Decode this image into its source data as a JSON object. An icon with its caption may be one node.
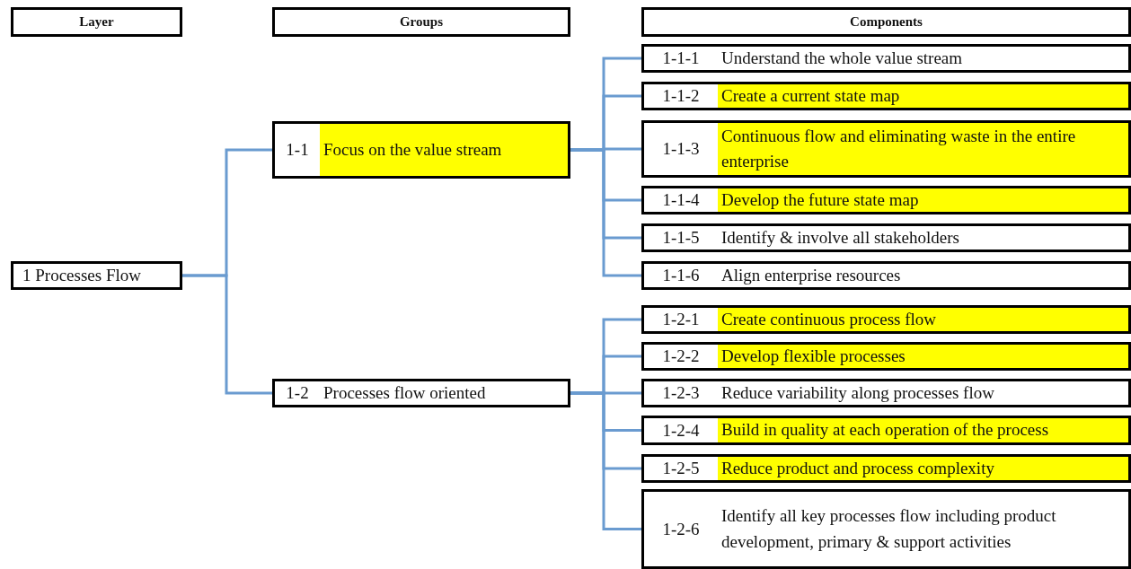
{
  "diagram": {
    "nodes": [
      {
        "text": [
          "Layer"
        ]
      },
      {
        "text": [
          "Groups"
        ]
      },
      {
        "text": [
          "Components"
        ]
      },
      {
        "text": [
          "1 Processes Flow"
        ]
      },
      {
        "text": [
          "1-1",
          "Focus on the value stream"
        ]
      },
      {
        "text": [
          "1-1-1",
          "Understand the whole value stream"
        ]
      },
      {
        "text": [
          "1-1-2",
          "Create a current state map"
        ]
      },
      {
        "text": [
          "1-1-3",
          "Continuous flow and eliminating waste in the entire enterprise"
        ]
      },
      {
        "text": [
          "1-1-4",
          "Develop the future state map"
        ]
      },
      {
        "text": [
          "1-1-5",
          "Identify & involve all stakeholders"
        ]
      },
      {
        "text": [
          "1-1-6",
          "Align enterprise resources"
        ]
      },
      {
        "text": [
          "1-2",
          "Processes flow oriented"
        ]
      },
      {
        "text": [
          "1-2-1",
          "Create continuous process flow"
        ]
      },
      {
        "text": [
          "1-2-2",
          "Develop flexible processes"
        ]
      },
      {
        "text": [
          "1-2-3",
          "Reduce  variability along  processes flow"
        ]
      },
      {
        "text": [
          "1-2-4",
          "Build in quality at each operation of the process"
        ]
      },
      {
        "text": [
          "1-2-5",
          "Reduce product and process complexity"
        ]
      },
      {
        "text": [
          "1-2-6",
          "Identify all key processes flow including product development, primary & support activities"
        ]
      }
    ],
    "edges": [
      {
        "from": 3,
        "to": 4,
        "arrow": "none"
      },
      {
        "from": 3,
        "to": 11,
        "arrow": "none"
      },
      {
        "from": 4,
        "to": 5,
        "arrow": "none"
      },
      {
        "from": 4,
        "to": 6,
        "arrow": "none"
      },
      {
        "from": 4,
        "to": 7,
        "arrow": "none"
      },
      {
        "from": 4,
        "to": 8,
        "arrow": "none"
      },
      {
        "from": 4,
        "to": 9,
        "arrow": "none"
      },
      {
        "from": 4,
        "to": 10,
        "arrow": "none"
      },
      {
        "from": 11,
        "to": 12,
        "arrow": "none"
      },
      {
        "from": 11,
        "to": 13,
        "arrow": "none"
      },
      {
        "from": 11,
        "to": 14,
        "arrow": "none"
      },
      {
        "from": 11,
        "to": 15,
        "arrow": "none"
      },
      {
        "from": 11,
        "to": 16,
        "arrow": "none"
      },
      {
        "from": 11,
        "to": 17,
        "arrow": "none"
      }
    ]
  }
}
